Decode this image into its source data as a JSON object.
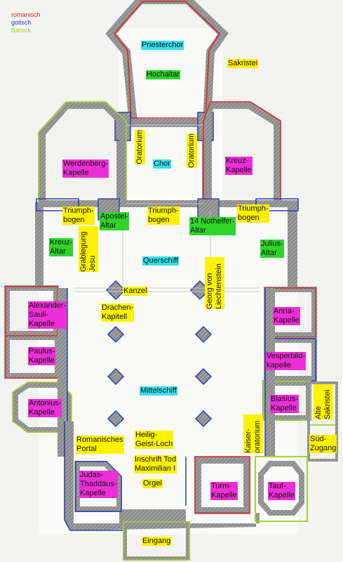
{
  "legend": [
    {
      "label": "romanisch",
      "color": "#d42a2a"
    },
    {
      "label": "gotisch",
      "color": "#2f3fb0"
    },
    {
      "label": "Barock",
      "color": "#a6d232"
    }
  ],
  "colors": {
    "wall": "#9a9a9a",
    "cyan": "#33e1ee",
    "green": "#2fd52a",
    "yellow": "#fff200",
    "magenta": "#ee2ed8"
  },
  "labels": {
    "priesterchor": "Priesterchor",
    "hochaltar": "Hochaltar",
    "sakristei": "Sakristei",
    "oratorium_left": "Oratorium",
    "oratorium_right": "Oratorium",
    "chor": "Chor",
    "werdenberg": "Werdenberg-\nKapelle",
    "kreuz_kapelle": "Kreuz-\nKapelle",
    "triumph_left": "Triumph-\nbogen",
    "apostel": "Apostel-\nAltar",
    "triumph_mid": "Triumph-\nbogen",
    "nothelfer": "14 Nothelfer-\nAltar",
    "triumph_right": "Triumph-\nbogen",
    "kreuz_altar": "Kreuz-\nAltar",
    "grablegung": "Grablegung\nJesu",
    "querschiff": "Querschiff",
    "julius": "Julius-\nAltar",
    "georg": "Georg von\nLiechtenstein",
    "kanzel": "Kanzel",
    "alexander": "Alexander-\nSauli-\nKapelle",
    "drachen": "Drachen-\nKapitell",
    "anna": "Anna-\nKapelle",
    "paulus": "Paulus-\nKapelle",
    "vesperbild": "Vesperbild-\nkapelle",
    "mittelschiff": "Mittelschiff",
    "antonius": "Antonius-\nKapelle",
    "blasius": "Blasius-\nKapelle",
    "alte_sakristei": "Alte\nSakristei",
    "romanisches_portal": "Romanisches\nPortal",
    "heilig_geist": "Heilig-\nGeist-Loch",
    "kaiser_oratorium": "Kaiser-\noratorium",
    "sued_zugang": "Süd-\nZugang",
    "judas": "Judas-\nThaddäus-\nKapelle",
    "inschrift": "Inschrift Tod\nMaximilian I",
    "orgel": "Orgel",
    "turm": "Turm-\nKapelle",
    "tauf": "Tauf-\nKapelle",
    "eingang": "Eingang"
  }
}
